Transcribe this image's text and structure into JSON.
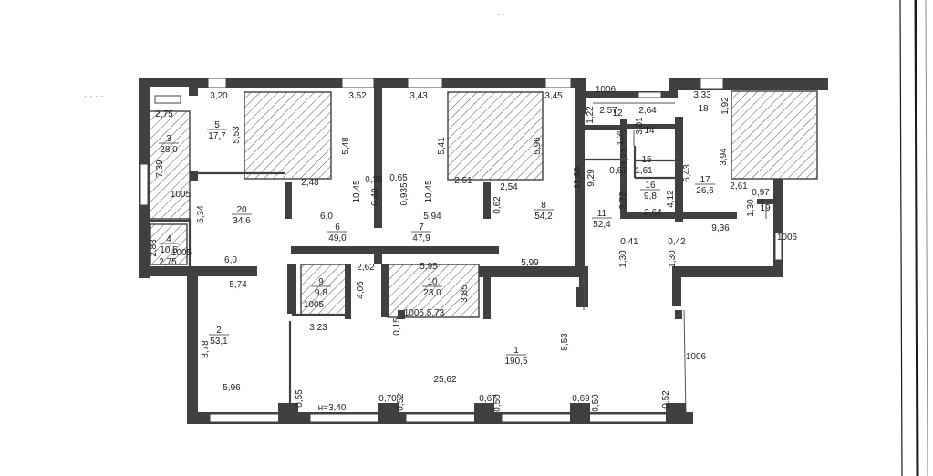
{
  "rooms": [
    {
      "id": "1",
      "number": "1",
      "area": "190,5"
    },
    {
      "id": "2",
      "number": "2",
      "area": "53,1"
    },
    {
      "id": "3",
      "number": "3",
      "area": "28,0"
    },
    {
      "id": "4",
      "number": "4",
      "area": "10,5"
    },
    {
      "id": "5",
      "number": "5",
      "area": "17,7"
    },
    {
      "id": "6",
      "number": "6",
      "area": "49,0"
    },
    {
      "id": "7",
      "number": "7",
      "area": "47,9"
    },
    {
      "id": "8",
      "number": "8",
      "area": "54,2"
    },
    {
      "id": "9",
      "number": "9",
      "area": "9,8"
    },
    {
      "id": "10",
      "number": "10",
      "area": "23,0"
    },
    {
      "id": "11",
      "number": "11",
      "area": "52,4"
    },
    {
      "id": "12",
      "number": "12",
      "area": ""
    },
    {
      "id": "14",
      "number": "14",
      "area": ""
    },
    {
      "id": "15",
      "number": "15",
      "area": ""
    },
    {
      "id": "16",
      "number": "16",
      "area": "9,8"
    },
    {
      "id": "17",
      "number": "17",
      "area": "26,6"
    },
    {
      "id": "18",
      "number": "18",
      "area": ""
    },
    {
      "id": "19",
      "number": "19",
      "area": ""
    },
    {
      "id": "20",
      "number": "20",
      "area": "34,6"
    }
  ],
  "dimensions": {
    "d320": "3,20",
    "d352": "3,52",
    "d343": "3,43",
    "d345": "3,45",
    "d1006a": "1006",
    "d257": "2,57",
    "d264a": "2,64",
    "d333": "3,33",
    "d275a": "2,75",
    "d553": "5,53",
    "d548": "5,48",
    "d541": "5,41",
    "d596": "5,96",
    "d1166": "11,66",
    "d929": "9,29",
    "d130": "1,30",
    "d301": "3,01",
    "d122a": "1,22",
    "d122b": "1,22",
    "d192": "1,92",
    "d394": "3,94",
    "d643": "6,43",
    "d739": "7,39",
    "d1005a": "1005",
    "d248": "2,48",
    "d1045a": "10,45",
    "d035": "0,35",
    "d065": "0,65",
    "d0935": "0,935",
    "d040": "0,40",
    "d1045b": "10,45",
    "d251": "2,51",
    "d254": "2,54",
    "d372": "3,72",
    "d412": "4,12",
    "d067": "0,67",
    "d161": "1,61",
    "d261": "2,61",
    "d097": "0,97",
    "d634": "6,34",
    "d60a": "6,0",
    "d594": "5,94",
    "d062": "0,62",
    "d1006b": "1006",
    "d130b": "1,30",
    "d264b": "2,64",
    "d936": "9,36",
    "d283": "2,83",
    "d1005b": "1005",
    "d275b": "2,75",
    "d60b": "6,0",
    "d262": "2,62",
    "d595": "5,95",
    "d599": "5,99",
    "d041": "0,41",
    "d042": "0,42",
    "d130c": "1,30",
    "d130d": "1,30",
    "d574": "5,74",
    "d406": "4,06",
    "d385": "3,85",
    "d1005c": "1005",
    "d573": "1005 5,73",
    "d015": "0,15",
    "d323": "3,23",
    "d853": "8,53",
    "d878": "8,78",
    "d1006c": "1006",
    "d2562": "25,62",
    "d596b": "5,96",
    "d055": "0,55",
    "d340": "н=3,40",
    "d070": "0,70",
    "d052a": "0,52",
    "d067b": "0,67",
    "d050a": "0,50",
    "d069": "0,69",
    "d050b": "0,50",
    "d052b": "0,52"
  },
  "symbols": {
    "hatch": "hatched-column",
    "window": "window-opening",
    "door": "door-opening"
  }
}
